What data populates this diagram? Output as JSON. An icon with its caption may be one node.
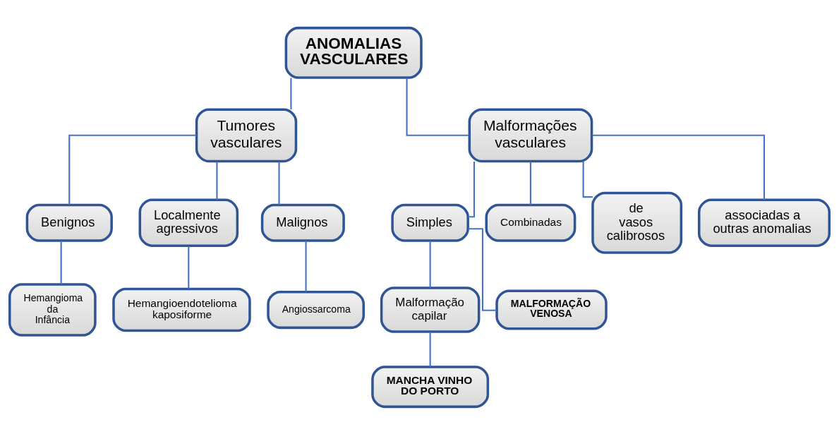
{
  "diagram": {
    "nodes": [
      {
        "text": [
          "ANOMALIAS VASCULARES"
        ]
      },
      {
        "text": [
          "Tumores vasculares"
        ]
      },
      {
        "text": [
          "Malformações vasculares"
        ]
      },
      {
        "text": [
          "Benignos"
        ]
      },
      {
        "text": [
          "Localmente agressivos"
        ]
      },
      {
        "text": [
          "Malignos"
        ]
      },
      {
        "text": [
          "Simples"
        ]
      },
      {
        "text": [
          "Combinadas"
        ]
      },
      {
        "text": [
          "de vasos calibrosos"
        ]
      },
      {
        "text": [
          "associadas a outras anomalias"
        ]
      },
      {
        "text": [
          "Hemangioma da Infância"
        ]
      },
      {
        "text": [
          "Hemangioendotelioma kaposiforme"
        ]
      },
      {
        "text": [
          "Angiossarcoma"
        ]
      },
      {
        "text": [
          "Malformação capilar"
        ]
      },
      {
        "text": [
          "MALFORMAÇÃO VENOSA"
        ]
      },
      {
        "text": [
          "MANCHA VINHO DO PORTO"
        ]
      }
    ],
    "edges": [
      {
        "from": 0,
        "to": 1,
        "arrow": "none"
      },
      {
        "from": 0,
        "to": 2,
        "arrow": "none"
      },
      {
        "from": 1,
        "to": 3,
        "arrow": "none"
      },
      {
        "from": 1,
        "to": 4,
        "arrow": "none"
      },
      {
        "from": 1,
        "to": 5,
        "arrow": "none"
      },
      {
        "from": 2,
        "to": 6,
        "arrow": "none"
      },
      {
        "from": 2,
        "to": 7,
        "arrow": "none"
      },
      {
        "from": 2,
        "to": 8,
        "arrow": "none"
      },
      {
        "from": 2,
        "to": 9,
        "arrow": "none"
      },
      {
        "from": 3,
        "to": 10,
        "arrow": "none"
      },
      {
        "from": 4,
        "to": 11,
        "arrow": "none"
      },
      {
        "from": 5,
        "to": 12,
        "arrow": "none"
      },
      {
        "from": 6,
        "to": 13,
        "arrow": "none"
      },
      {
        "from": 6,
        "to": 14,
        "arrow": "none"
      },
      {
        "from": 13,
        "to": 15,
        "arrow": "none"
      }
    ]
  }
}
